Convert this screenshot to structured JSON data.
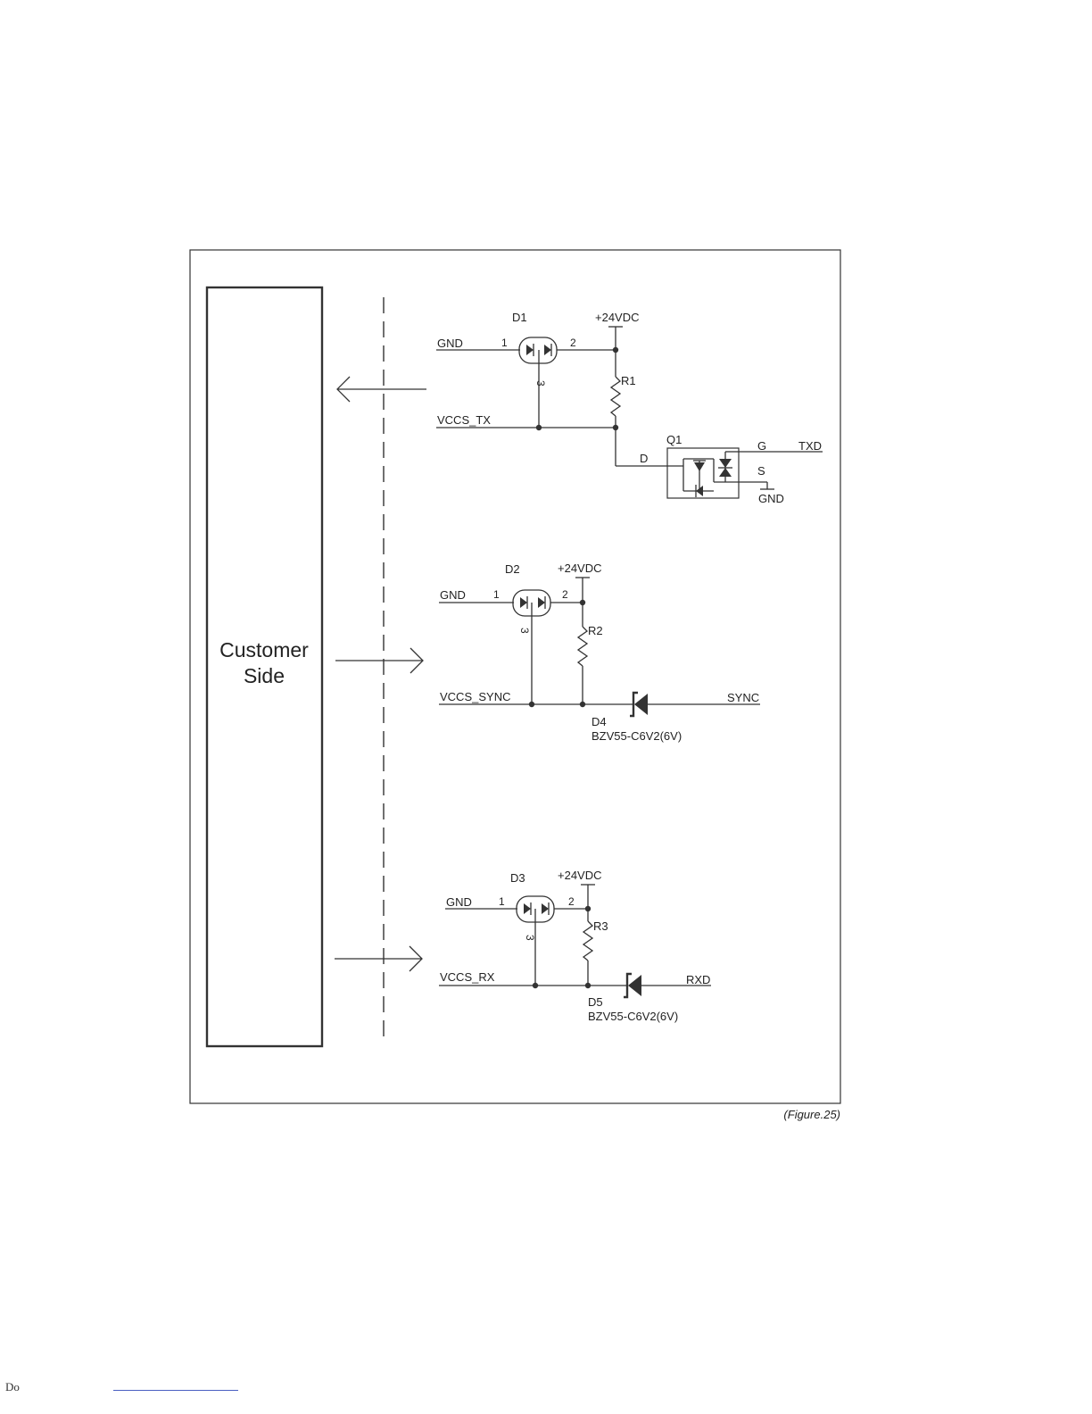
{
  "figure": {
    "block_label_line1": "Customer",
    "block_label_line2": "Side",
    "caption": "(Figure.25)"
  },
  "circuits": [
    {
      "diode": "D1",
      "supply": "+24VDC",
      "gnd": "GND",
      "pin1": "1",
      "pin2": "2",
      "pin3": "3",
      "resistor": "R1",
      "signal": "VCCS_TX",
      "transistor": "Q1",
      "pin_d": "D",
      "pin_g": "G",
      "pin_s": "S",
      "out": "TXD",
      "gnd2": "GND"
    },
    {
      "diode": "D2",
      "supply": "+24VDC",
      "gnd": "GND",
      "pin1": "1",
      "pin2": "2",
      "pin3": "3",
      "resistor": "R2",
      "signal": "VCCS_SYNC",
      "zener": "D4",
      "zener_part": "BZV55-C6V2(6V)",
      "out": "SYNC"
    },
    {
      "diode": "D3",
      "supply": "+24VDC",
      "gnd": "GND",
      "pin1": "1",
      "pin2": "2",
      "pin3": "3",
      "resistor": "R3",
      "signal": "VCCS_RX",
      "zener": "D5",
      "zener_part": "BZV55-C6V2(6V)",
      "out": "RXD"
    }
  ],
  "footer": {
    "text": "Do"
  }
}
